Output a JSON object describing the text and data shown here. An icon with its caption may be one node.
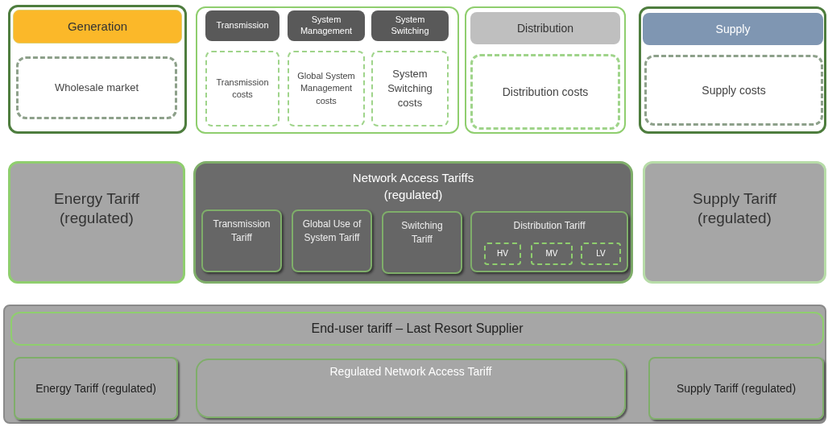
{
  "diagram": {
    "nodes": [
      {
        "text": [],
        "shape": "box"
      },
      {
        "text": [
          "Generation"
        ],
        "in": 0
      },
      {
        "text": [
          "Wholesale market"
        ],
        "in": 0
      },
      {
        "text": [],
        "shape": "box"
      },
      {
        "text": [
          "Transmission"
        ],
        "in": 3
      },
      {
        "text": [
          "System Management"
        ],
        "in": 3
      },
      {
        "text": [
          "System Switching"
        ],
        "in": 3
      },
      {
        "text": [
          "Transmission costs"
        ],
        "in": 3
      },
      {
        "text": [
          "Global System Management costs"
        ],
        "in": 3
      },
      {
        "text": [
          "System Switching costs"
        ],
        "in": 3
      },
      {
        "text": [],
        "shape": "box"
      },
      {
        "text": [
          "Distribution"
        ],
        "in": 10
      },
      {
        "text": [
          "Distribution costs"
        ],
        "in": 10
      },
      {
        "text": [],
        "shape": "box"
      },
      {
        "text": [
          "Supply"
        ],
        "in": 13
      },
      {
        "text": [
          "Supply costs"
        ],
        "in": 13
      },
      {
        "text": [
          "Energy Tariff (regulated)"
        ]
      },
      {
        "text": [
          "Network Access Tariffs (regulated)"
        ]
      },
      {
        "text": [
          "Transmission Tariff"
        ],
        "in": 17
      },
      {
        "text": [
          "Global Use of System Tariff"
        ],
        "in": 17
      },
      {
        "text": [
          "Switching Tariff"
        ],
        "in": 17
      },
      {
        "text": [
          "Distribution Tariff"
        ],
        "in": 17
      },
      {
        "text": [
          "HV"
        ],
        "in": 21
      },
      {
        "text": [
          "MV"
        ],
        "in": 21
      },
      {
        "text": [
          "LV"
        ],
        "in": 21
      },
      {
        "text": [
          "Supply Tariff (regulated)"
        ]
      },
      {
        "text": [],
        "shape": "box"
      },
      {
        "text": [
          "End-user tariff – Last Resort Supplier"
        ],
        "in": 26
      },
      {
        "text": [
          "Energy Tariff (regulated)"
        ],
        "in": 26
      },
      {
        "text": [
          "Regulated Network Access Tariff"
        ],
        "in": 26
      },
      {
        "text": [
          "Supply Tariff (regulated)"
        ],
        "in": 26
      }
    ],
    "edges": []
  }
}
